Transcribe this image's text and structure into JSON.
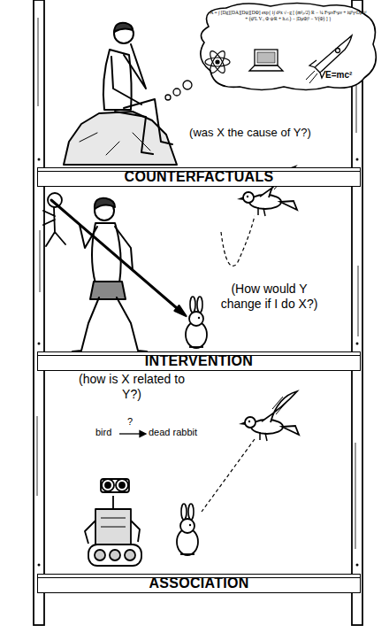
{
  "diagram": {
    "nodes": [
      {
        "text": [
          "A = ∫ [Dg][DA][Dψ][DΦ] exp{ i∫ d⁴x √−g [ (m²ₚ/2) R − ¼ FᵃμνFᵃμν + iψ̄ⁱγᵘDμψⁱ + (ψ̄ⁱL Vᵢⱼ Φ ψʲR + h.c.) − |DμΦ|² − V(Φ) ] }",
          "E=mc²"
        ]
      },
      {
        "text": [
          "COUNTERFACTUALS"
        ]
      },
      {
        "text": [
          "INTERVENTION"
        ]
      },
      {
        "text": [
          "ASSOCIATION"
        ]
      }
    ],
    "labels": [
      "(was X the cause of Y?)",
      "(How would Y change if I do X?)",
      "(how is X related to Y?)",
      "bird",
      "?",
      "dead rabbit"
    ]
  }
}
